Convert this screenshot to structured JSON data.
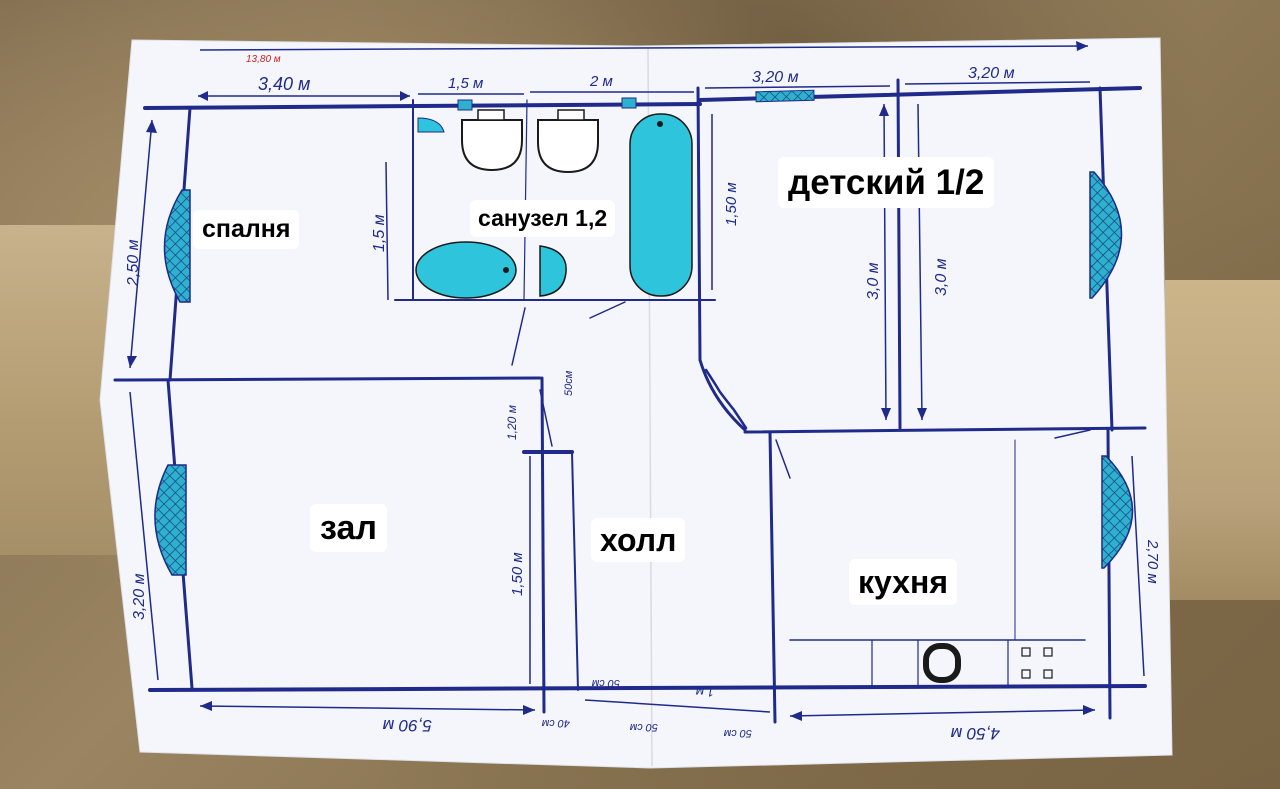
{
  "rooms": {
    "bedroom": "спалня",
    "bathroom": "санузел 1,2",
    "kids": "детский 1/2",
    "hall": "зал",
    "corridor": "холл",
    "kitchen": "кухня"
  },
  "dimensions": {
    "total_top": "13,80 м",
    "top_bedroom": "3,40 м",
    "top_bath1": "1,5 м",
    "top_bath2": "2 м",
    "top_kids1": "3,20 м",
    "top_kids2": "3,20 м",
    "left_bedroom": "2,50 м",
    "left_hall": "3,20 м",
    "bath_height": "1,5 м",
    "bath_right": "1,50 м",
    "kids_height1": "3,0 м",
    "kids_height2": "3,0 м",
    "door_50": "50см",
    "door_120": "1,20 м",
    "hall_wall": "1,50 м",
    "bottom_hall": "5,90 м",
    "bottom_40": "40 см",
    "bottom_50a": "50 см",
    "bottom_50b": "50 см",
    "bottom_50c": "50 см",
    "bottom_1m": "1 м",
    "bottom_kitchen": "4,50 м",
    "kitchen_right": "2,70 м"
  },
  "colors": {
    "ink": "#1f2a8a",
    "fixture": "#2ec4dc",
    "paper": "#f4f6fb",
    "red_ink": "#d02020"
  }
}
